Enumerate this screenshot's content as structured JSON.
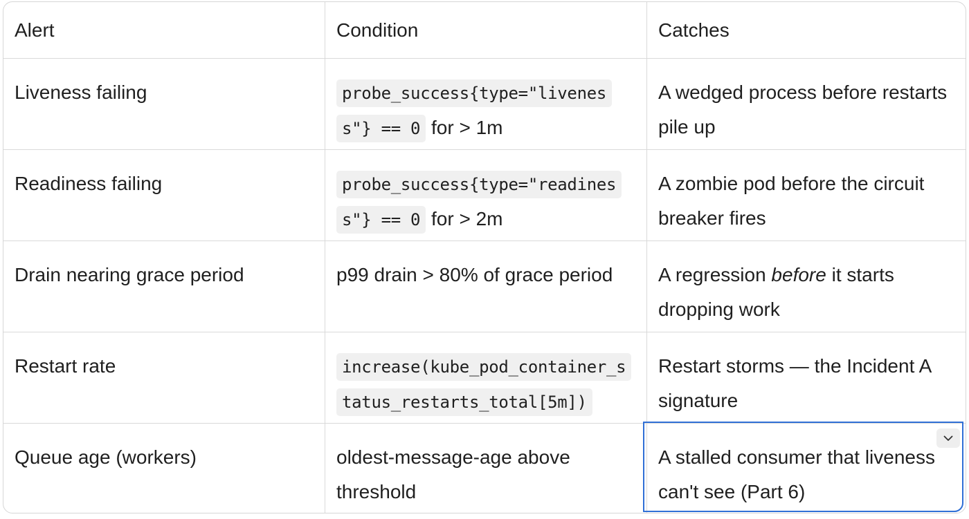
{
  "table": {
    "headers": [
      "Alert",
      "Condition",
      "Catches"
    ],
    "rows": [
      {
        "alert": "Liveness failing",
        "condition_code": "probe_success{type=\"liveness\"} == 0",
        "condition_text": " for > 1m",
        "catches": "A wedged process before restarts pile up"
      },
      {
        "alert": "Readiness failing",
        "condition_code": "probe_success{type=\"readiness\"} == 0",
        "condition_text": " for > 2m",
        "catches": "A zombie pod before the circuit breaker fires"
      },
      {
        "alert": "Drain nearing grace period",
        "condition_text": "p99 drain > 80% of grace period",
        "catches_before": "A regression ",
        "catches_emph": "before",
        "catches_after": " it starts dropping work"
      },
      {
        "alert": "Restart rate",
        "condition_code": "increase(kube_pod_container_status_restarts_total[5m])",
        "catches": "Restart storms — the Incident A signature"
      },
      {
        "alert": "Queue age (workers)",
        "condition_text": "oldest-message-age above threshold",
        "catches": "A stalled consumer that liveness can't see (Part 6)"
      }
    ]
  },
  "selection": {
    "dropdown_icon": "chevron-down-icon",
    "accent_color": "#2f6fd6"
  }
}
